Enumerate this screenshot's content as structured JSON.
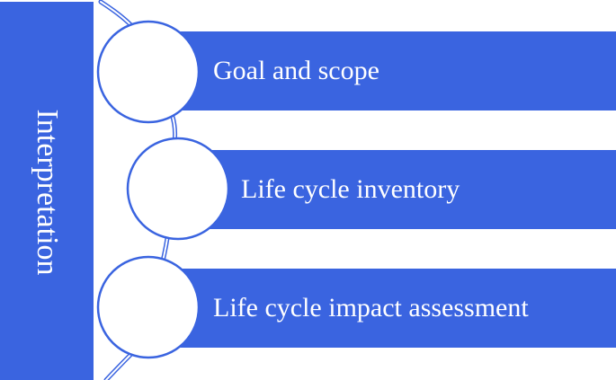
{
  "diagram": {
    "side_label": "Interpretation",
    "stages": [
      {
        "label": "Goal and scope"
      },
      {
        "label": "Life cycle inventory"
      },
      {
        "label": "Life cycle impact assessment"
      }
    ]
  },
  "colors": {
    "bar_fill": "#3a64e0",
    "circle_fill": "#ffffff",
    "circle_stroke": "#3a64e0",
    "text": "#ffffff"
  }
}
